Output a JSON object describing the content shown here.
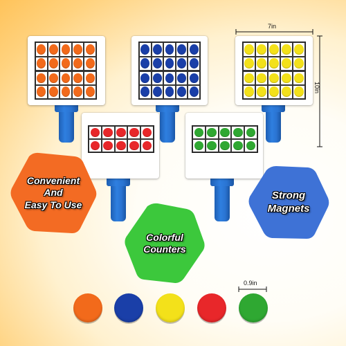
{
  "paddles": [
    {
      "id": "orange-20",
      "color": "#f26a1b",
      "rows": 4
    },
    {
      "id": "blue-20",
      "color": "#1a3fa8",
      "rows": 4
    },
    {
      "id": "yellow-20",
      "color": "#f3e11a",
      "rows": 4
    },
    {
      "id": "red-10",
      "color": "#e8272a",
      "rows": 2
    },
    {
      "id": "green-10",
      "color": "#2fa832",
      "rows": 2
    }
  ],
  "badges": {
    "convenient": {
      "text": "Convenient And Easy To Use",
      "lines": [
        "Convenient",
        "And",
        "Easy To Use"
      ],
      "color": "#f36b23"
    },
    "counters": {
      "text": "Colorful Counters",
      "lines": [
        "Colorful",
        "Counters"
      ],
      "color": "#3cc83c"
    },
    "magnets": {
      "text": "Strong Magnets",
      "lines": [
        "Strong",
        "Magnets"
      ],
      "color": "#3e72d6"
    }
  },
  "dimensions": {
    "width": "7in",
    "height": "10in",
    "counter": "0.9in"
  },
  "counters": [
    {
      "name": "orange",
      "color": "#f26a1b"
    },
    {
      "name": "blue",
      "color": "#1a3fa8"
    },
    {
      "name": "yellow",
      "color": "#f3e11a"
    },
    {
      "name": "red",
      "color": "#e8272a"
    },
    {
      "name": "green",
      "color": "#2fa832"
    }
  ]
}
